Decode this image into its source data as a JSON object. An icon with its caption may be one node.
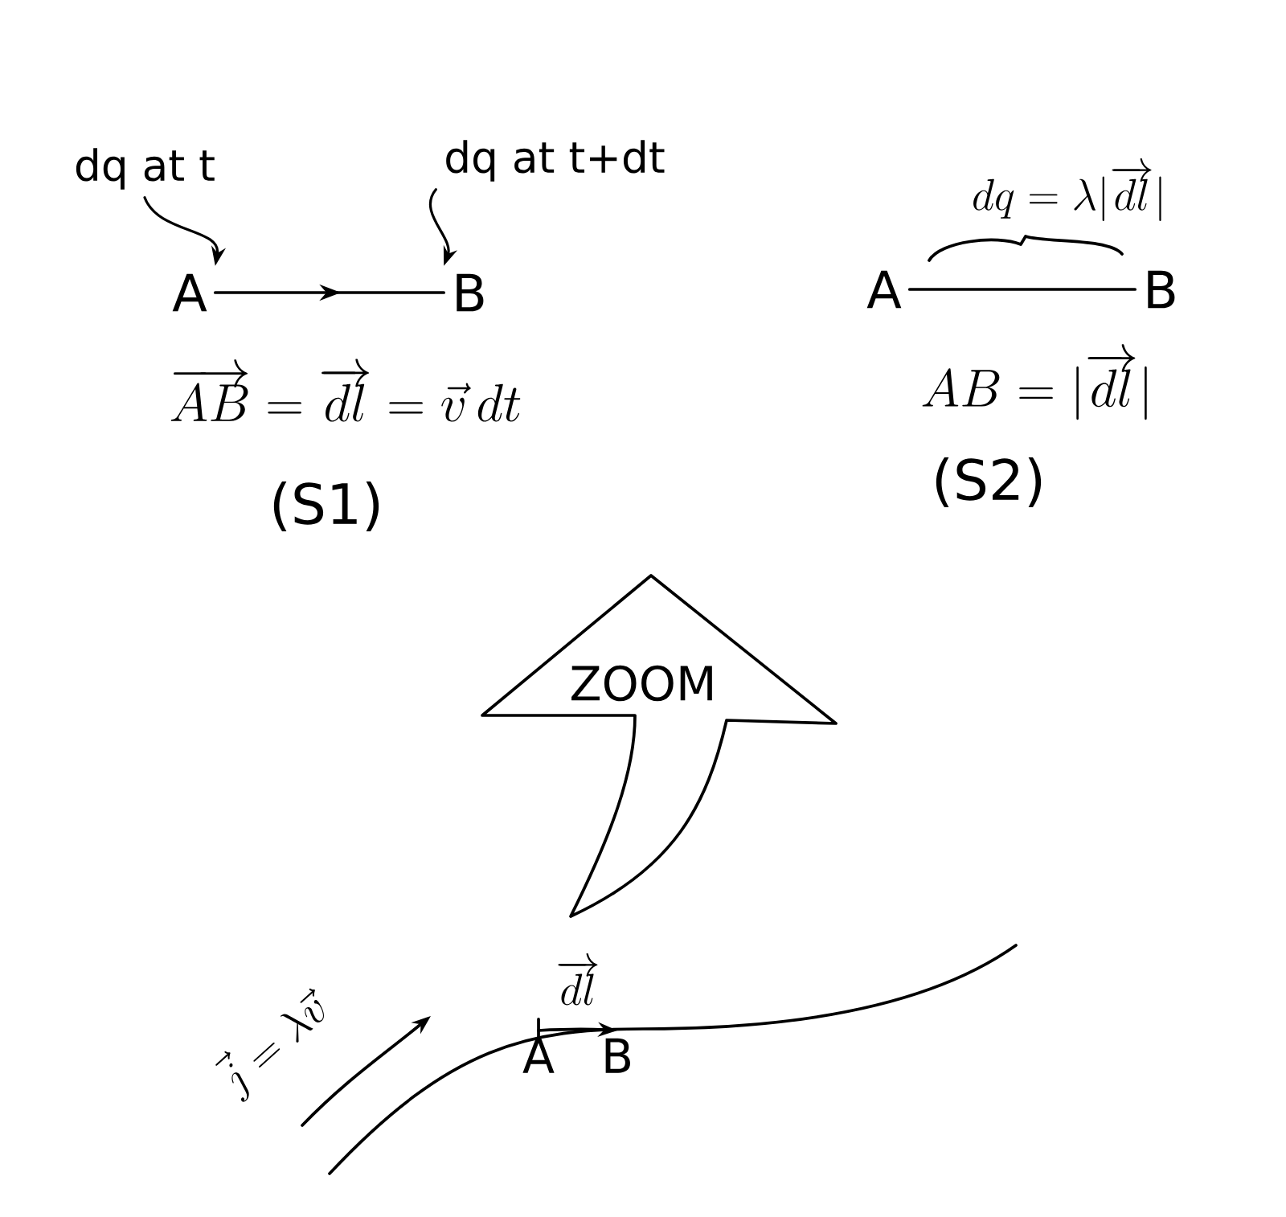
{
  "diagram": {
    "nodes": [
      {
        "text": [
          "dq at t"
        ]
      },
      {
        "text": [
          "dq at t+dt"
        ]
      },
      {
        "text": [
          "A"
        ]
      },
      {
        "text": [
          "B"
        ]
      },
      {
        "text": [
          "A"
        ]
      },
      {
        "text": [
          "B"
        ]
      },
      {
        "text": [
          "ZOOM"
        ]
      },
      {
        "text": [
          "A"
        ]
      },
      {
        "text": [
          "B"
        ]
      }
    ],
    "edges": [
      {
        "from": 0,
        "to": 2,
        "arrow": "to"
      },
      {
        "from": 1,
        "to": 3,
        "arrow": "to"
      },
      {
        "from": 2,
        "to": 3,
        "arrow": "to"
      },
      {
        "from": 4,
        "to": 5,
        "arrow": "none"
      },
      {
        "from": 7,
        "to": 8,
        "arrow": "to",
        "label": "\\overrightarrow{dl}"
      }
    ],
    "labels": [
      "\\overrightarrow{AB}=\\overrightarrow{dl}=\\vec{v}\\,dt",
      "(S1)",
      "dq=\\lambda|\\overrightarrow{dl}|",
      "AB=|\\overrightarrow{dl}|",
      "(S2)",
      "\\vec{j}=\\lambda\\vec{v}"
    ]
  }
}
